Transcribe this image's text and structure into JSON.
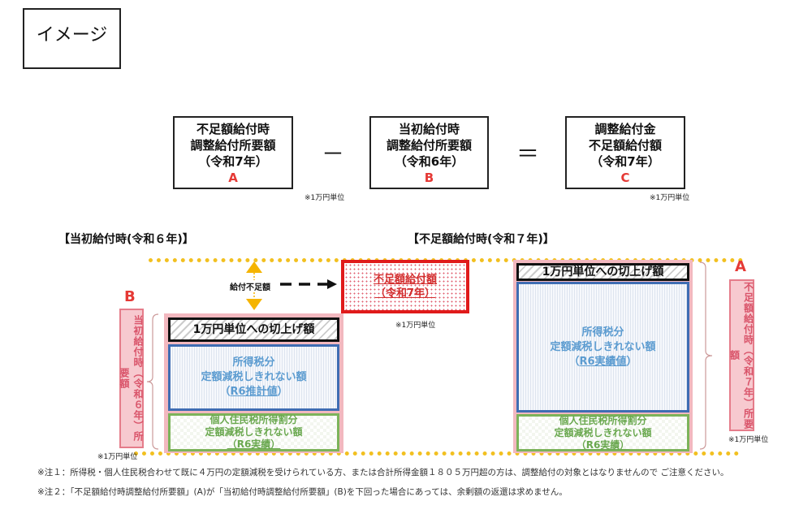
{
  "title": "イメージ",
  "formula": {
    "a": {
      "line1": "不足額給付時",
      "line2": "調整給付所要額",
      "line3": "（令和7年）",
      "letter": "A",
      "note": "※1万円単位"
    },
    "minus": "－",
    "b": {
      "line1": "当初給付時",
      "line2": "調整給付所要額",
      "line3": "（令和6年）",
      "letter": "B"
    },
    "equals": "＝",
    "c": {
      "line1": "調整給付金",
      "line2": "不足額給付額",
      "line3": "（令和7年）",
      "letter": "C",
      "note": "※1万円単位"
    }
  },
  "left": {
    "heading": "【当初給付時(令和６年)】",
    "letter": "B",
    "side_label": "当初給付時（令和６年）所要額",
    "unit_note": "※1万円単位",
    "roundup": "1万円単位への切上げ額",
    "income_tax": {
      "line1": "所得税分",
      "line2": "定額減税しきれない額",
      "line3_pre": "（",
      "line3_u": "R6推計値",
      "line3_post": "）"
    },
    "resident_tax": {
      "line1": "個人住民税所得割分",
      "line2": "定額減税しきれない額",
      "line3": "（R6実績）"
    }
  },
  "middle": {
    "shortfall_label": "給付不足額",
    "box_line1": "不足額給付額",
    "box_line2": "（令和7年）",
    "unit_note": "※1万円単位"
  },
  "right": {
    "heading": "【不足額給付時(令和７年)】",
    "letter": "A",
    "side_label": "不足額給付時（令和７年）所要額",
    "unit_note": "※1万円単位",
    "roundup": "1万円単位への切上げ額",
    "income_tax": {
      "line1": "所得税分",
      "line2": "定額減税しきれない額",
      "line3_pre": "（",
      "line3_u": "R6実績値",
      "line3_post": "）"
    },
    "resident_tax": {
      "line1": "個人住民税所得割分",
      "line2": "定額減税しきれない額",
      "line3": "（R6実績）"
    }
  },
  "notes": [
    "※注１：所得税・個人住民税合わせて既に４万円の定額減税を受けられている方、または合計所得金額１８０５万円超の方は、調整給付の対象とはなりませんので ご注意ください。",
    "※注２：「不足額給付時調整給付所要額」(A)が「当初給付時調整給付所要額」(B)を下回った場合にあっては、余剰額の返還は求めません。"
  ],
  "colors": {
    "accent_red": "#e53935",
    "gold": "#f2c020",
    "blue": "#3f6db3",
    "green": "#7cb35a",
    "pink": "#f7c9cf"
  }
}
